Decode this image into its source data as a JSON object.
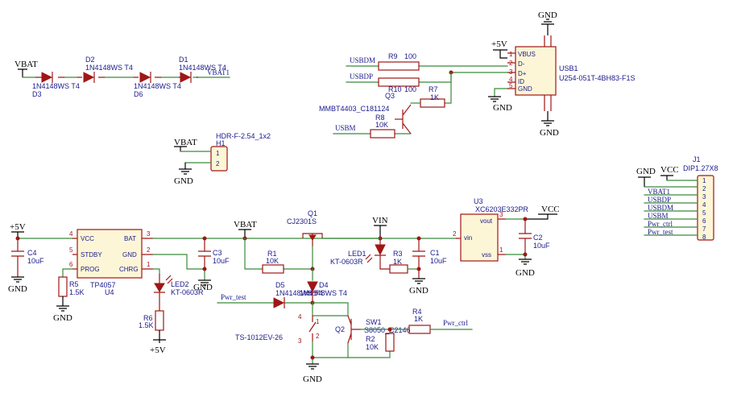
{
  "power": {
    "vbat": "VBAT",
    "gnd": "GND",
    "p5v": "+5V",
    "vcc": "VCC",
    "vin": "VIN"
  },
  "nets": {
    "usbdm": "USBDM",
    "usbdp": "USBDP",
    "usbm": "USBM",
    "vbat1": "VBAT1",
    "pwr_test": "Pwr_test",
    "pwr_ctrl": "Pwr_ctrl"
  },
  "parts": {
    "d2_ref": "D2",
    "d2_val": "1N4148WS T4",
    "d1_ref": "D1",
    "d1_val": "1N4148WS T4",
    "d3_ref": "D3",
    "d3_val": "1N4148WS T4",
    "d6_ref": "D6",
    "d6_val": "1N4148WS T4",
    "h1_ref": "H1",
    "h1_val": "HDR-F-2.54_1x2",
    "r9": "R9",
    "r9_val": "100",
    "r10": "R10",
    "r10_val": "100",
    "r7": "R7",
    "r7_val": "1K",
    "r8": "R8",
    "r8_val": "10K",
    "q3": "Q3",
    "q3_val": "MMBT4403_C181124",
    "usb1_ref": "USB1",
    "usb1_val": "U254-051T-4BH83-F1S",
    "usb_pins": [
      "VBUS",
      "D-",
      "D+",
      "ID",
      "GND"
    ],
    "j1_ref": "J1",
    "j1_val": "DIP1.27X8",
    "j1_nets": [
      "VBAT1",
      "USBDP",
      "USBDM",
      "USBM",
      "Pwr_ctrl",
      "Pwr_test"
    ],
    "u4_ref": "U4",
    "u4_val": "TP4057",
    "u4_pins_left": [
      "VCC",
      "STDBY",
      "PROG"
    ],
    "u4_pins_right": [
      "BAT",
      "GND",
      "CHRG"
    ],
    "c4": "C4",
    "c4_val": "10uF",
    "c3": "C3",
    "c3_val": "10uF",
    "r5": "R5",
    "r5_val": "1.5K",
    "r6": "R6",
    "r6_val": "1.5K",
    "led2_ref": "LED2",
    "led2_val": "KT-0603R",
    "q1_ref": "Q1",
    "q1_val": "CJ2301S",
    "r1": "R1",
    "r1_val": "10K",
    "d5": "D5",
    "d4": "D4",
    "d45_val": "1N4148WS T4",
    "led1_ref": "LED1",
    "led1_val": "KT-0603R",
    "r3": "R3",
    "r3_val": "1K",
    "c1": "C1",
    "c1_val": "10uF",
    "u3_ref": "U3",
    "u3_val": "XC6203E332PR",
    "u3_vout": "vout",
    "u3_vin": "vin",
    "u3_vss": "vss",
    "c2": "C2",
    "c2_val": "10uF",
    "sw1_ref": "SW1",
    "sw1_val": "TS-1012EV-26",
    "q2_ref": "Q2",
    "q2_val": "S8050_C2146",
    "r2": "R2",
    "r2_val": "10K",
    "r4": "R4",
    "r4_val": "1K"
  }
}
